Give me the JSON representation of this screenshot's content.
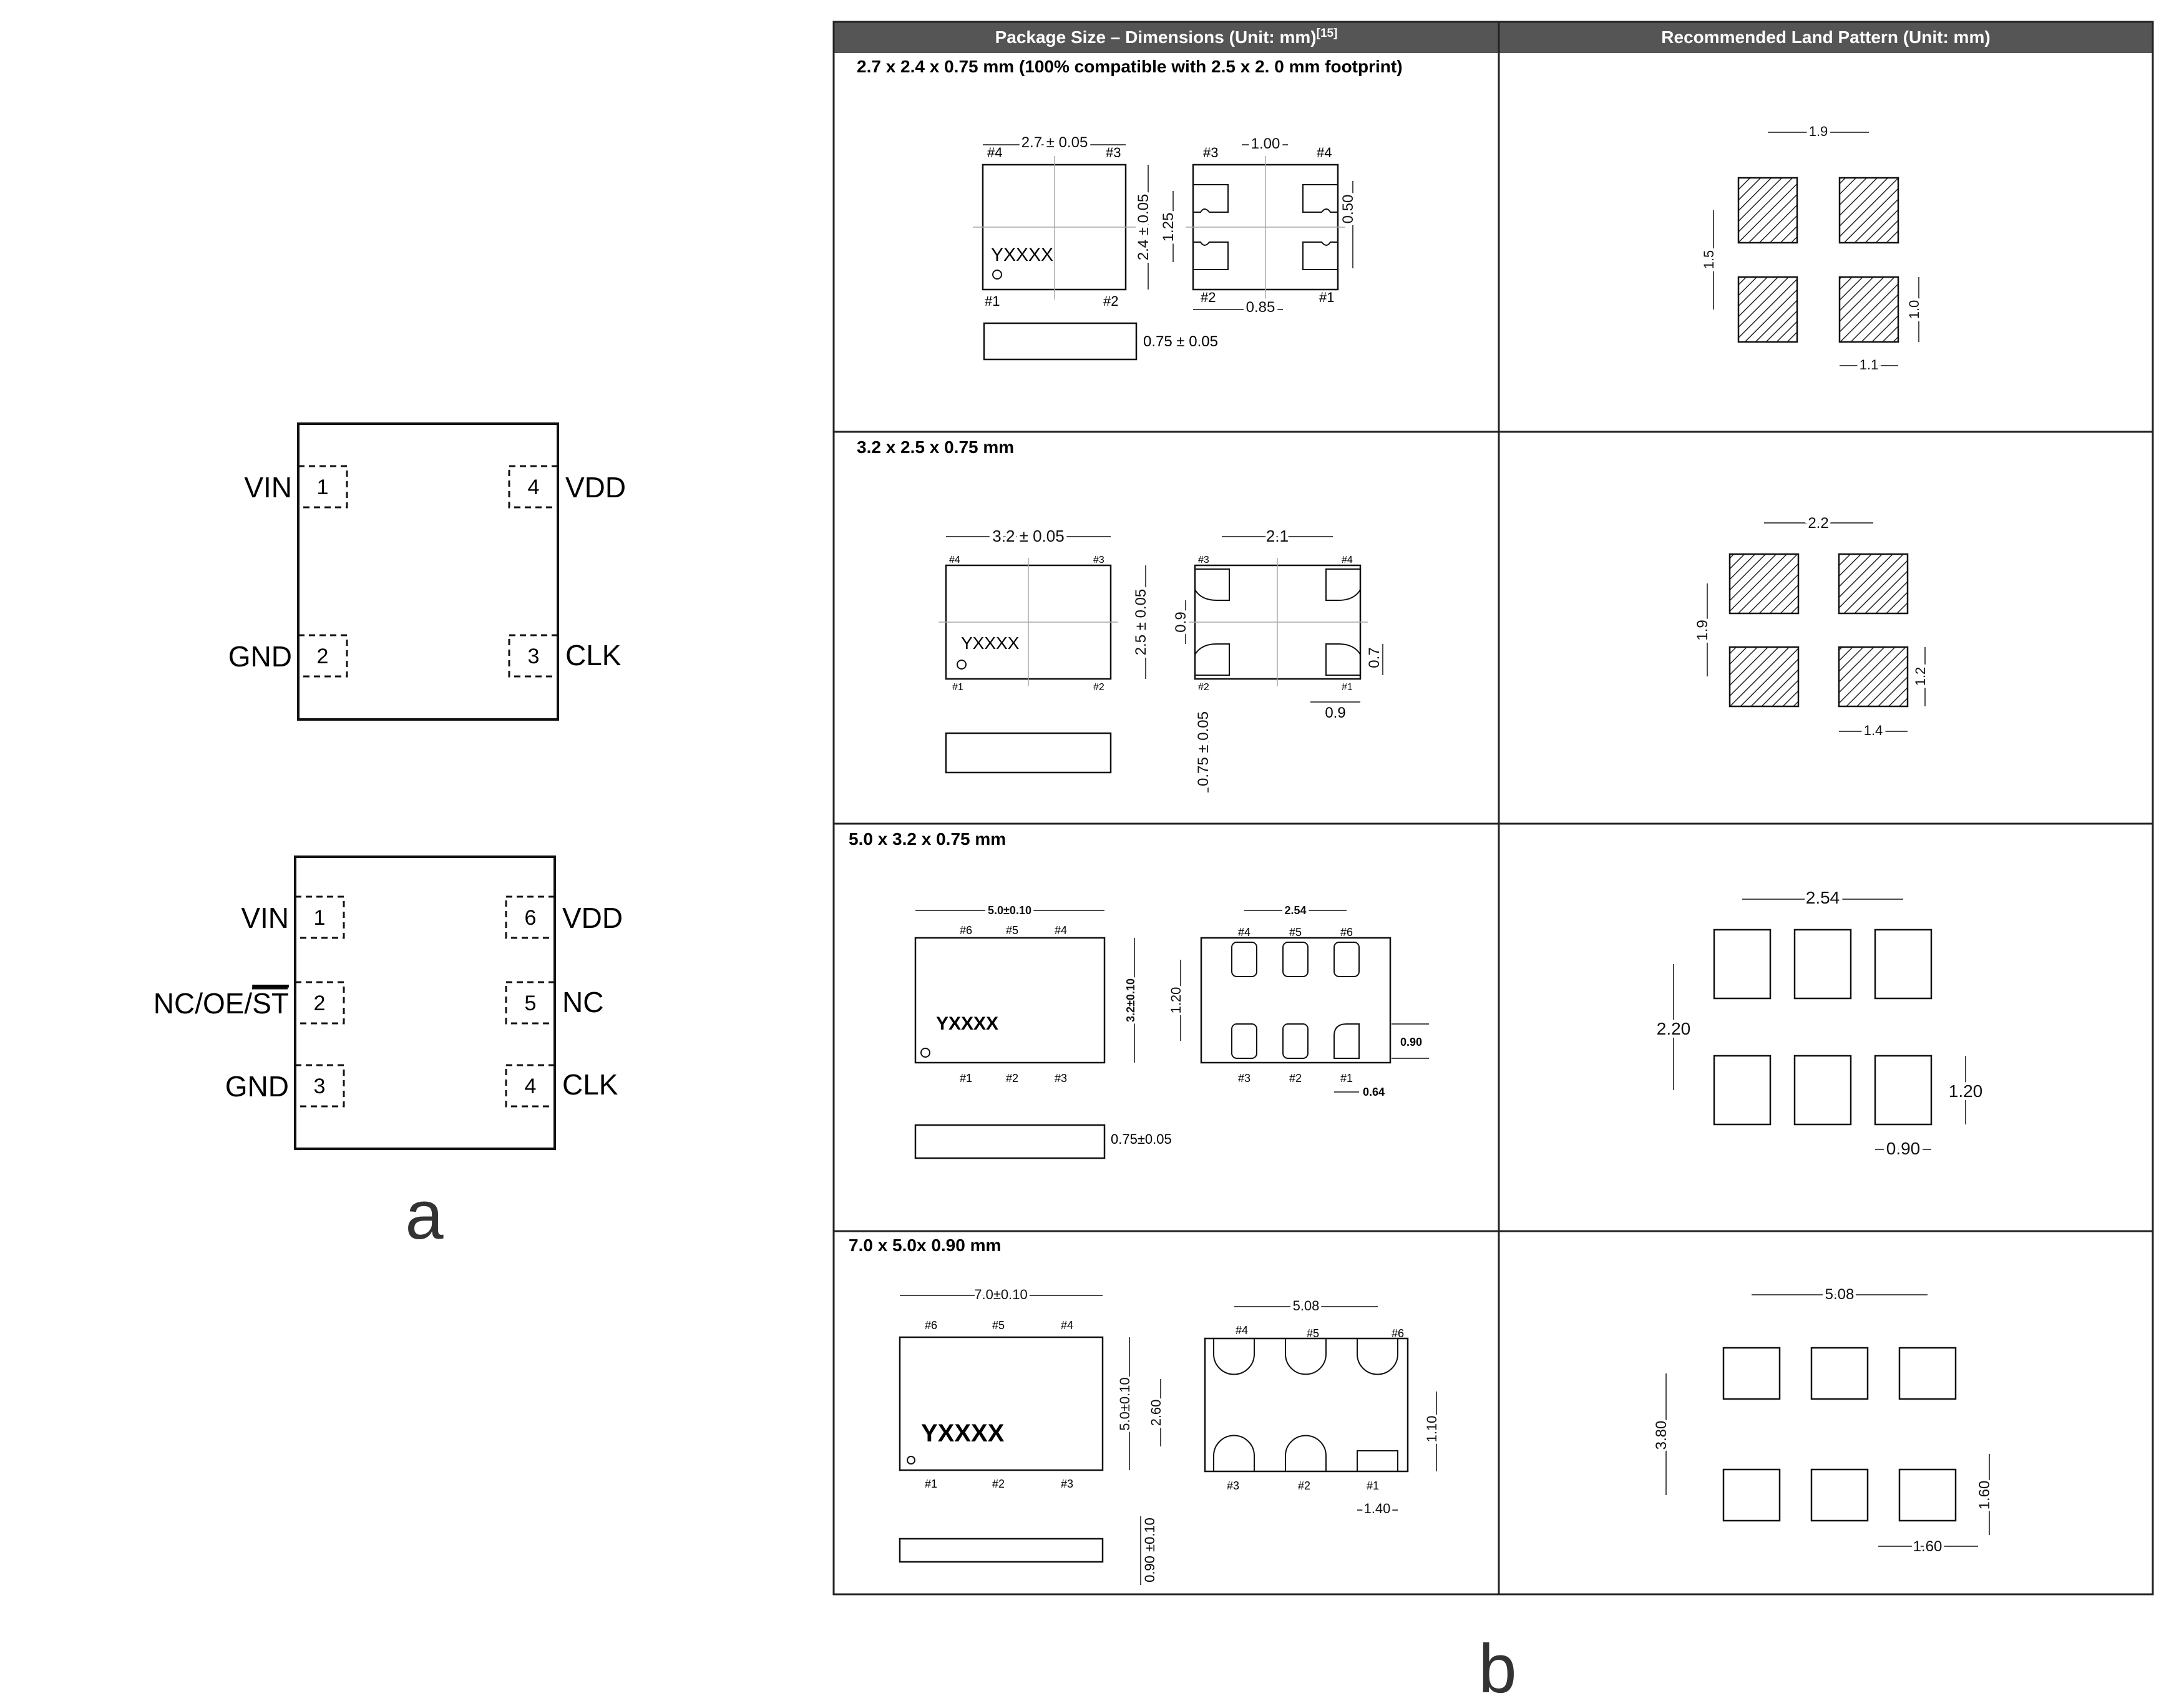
{
  "panel_a": {
    "label": "a",
    "chip4": {
      "pins": [
        {
          "num": "1",
          "name": "VIN"
        },
        {
          "num": "2",
          "name": "GND"
        },
        {
          "num": "3",
          "name": "CLK"
        },
        {
          "num": "4",
          "name": "VDD"
        }
      ]
    },
    "chip6": {
      "pins": [
        {
          "num": "1",
          "name": "VIN"
        },
        {
          "num": "2",
          "name": "NC/OE/",
          "overbar": "ST"
        },
        {
          "num": "3",
          "name": "GND"
        },
        {
          "num": "4",
          "name": "CLK"
        },
        {
          "num": "5",
          "name": "NC"
        },
        {
          "num": "6",
          "name": "VDD"
        }
      ]
    }
  },
  "panel_b": {
    "label": "b",
    "table": {
      "header_left": "Package Size – Dimensions (Unit: mm)",
      "header_left_ref": "[15]",
      "header_right": "Recommended Land Pattern (Unit: mm)",
      "header_bg": "#555555",
      "header_fg": "#ffffff"
    },
    "rows": [
      {
        "title": "2.7 x 2.4 x 0.75 mm (100% compatible with 2.5 x 2. 0 mm footprint)",
        "marking": "YXXXX",
        "pkg": {
          "width": "2.7 ± 0.05",
          "height": "2.4 ± 0.05",
          "thickness": "0.75 ± 0.05",
          "pad_pitch_x": "1.00",
          "pad_pitch_y": "1.25",
          "pad_h": "0.50",
          "pad_w": "0.85"
        },
        "pins_top": [
          "#4",
          "#3"
        ],
        "pins_bottom": [
          "#1",
          "#2"
        ],
        "pins_back_top": [
          "#3",
          "#4"
        ],
        "pins_back_bottom": [
          "#2",
          "#1"
        ],
        "land": {
          "pitch_x": "1.9",
          "pitch_y": "1.5",
          "pad_h": "1.0",
          "pad_w": "1.1"
        }
      },
      {
        "title": "3.2 x 2.5 x 0.75 mm",
        "marking": "YXXXX",
        "pkg": {
          "width": "3.2 ± 0.05",
          "height": "2.5 ± 0.05",
          "thickness": "0.75 ± 0.05",
          "pad_pitch_x": "2.1",
          "pad_pitch_y": "0.9",
          "pad_h": "0.7",
          "pad_w": "0.9"
        },
        "pins_top": [
          "#4",
          "#3"
        ],
        "pins_bottom": [
          "#1",
          "#2"
        ],
        "pins_back_top": [
          "#3",
          "#4"
        ],
        "pins_back_bottom": [
          "#2",
          "#1"
        ],
        "land": {
          "pitch_x": "2.2",
          "pitch_y": "1.9",
          "pad_h": "1.2",
          "pad_w": "1.4"
        }
      },
      {
        "title": "5.0 x 3.2 x 0.75 mm",
        "marking": "YXXXX",
        "pkg": {
          "width": "5.0±0.10",
          "height": "3.2±0.10",
          "thickness": "0.75±0.05",
          "pad_pitch_x": "2.54",
          "pad_pitch_y": "1.20",
          "pad_h": "0.90",
          "pad_w": "0.64"
        },
        "pins_top": [
          "#6",
          "#5",
          "#4"
        ],
        "pins_bottom": [
          "#1",
          "#2",
          "#3"
        ],
        "pins_back_top": [
          "#4",
          "#5",
          "#6"
        ],
        "pins_back_bottom": [
          "#3",
          "#2",
          "#1"
        ],
        "land": {
          "pitch_x": "2.54",
          "pitch_y": "2.20",
          "pad_h": "1.20",
          "pad_w": "0.90"
        }
      },
      {
        "title": "7.0 x 5.0x 0.90 mm",
        "marking": "YXXXX",
        "pkg": {
          "width": "7.0±0.10",
          "height": "5.0±0.10",
          "thickness": "0.90 ±0.10",
          "pad_pitch_x": "5.08",
          "pad_pitch_y": "2.60",
          "pad_h": "1.10",
          "pad_w": "1.40"
        },
        "pins_top": [
          "#6",
          "#5",
          "#4"
        ],
        "pins_bottom": [
          "#1",
          "#2",
          "#3"
        ],
        "pins_back_top": [
          "#4",
          "#5",
          "#6"
        ],
        "pins_back_bottom": [
          "#3",
          "#2",
          "#1"
        ],
        "land": {
          "pitch_x": "5.08",
          "pitch_y": "3.80",
          "pad_h": "1.60",
          "pad_w": "1.60"
        }
      }
    ]
  }
}
